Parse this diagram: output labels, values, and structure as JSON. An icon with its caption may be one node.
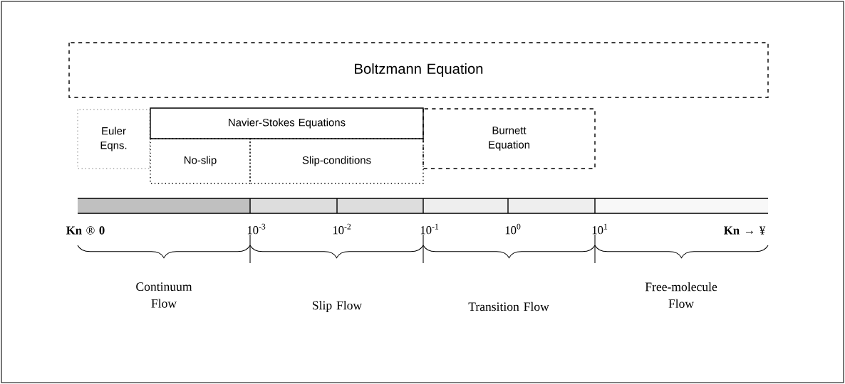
{
  "diagram": {
    "nodes": [
      {
        "text": [
          "Boltzmann Equation"
        ]
      },
      {
        "text": [
          "Euler Eqns."
        ]
      },
      {
        "text": [
          "Navier-Stokes Equations"
        ]
      },
      {
        "text": [
          "No-slip"
        ]
      },
      {
        "text": [
          "Slip-conditions"
        ]
      },
      {
        "text": [
          "Burnett Equation"
        ]
      }
    ],
    "labels": [
      "**Kn** ® **0**",
      "10$^{-3}$",
      "10$^{-2}$",
      "10$^{-1}$",
      "10$^{0}$",
      "10$^{1}$",
      "**Kn** → ¥",
      "Continuum Flow",
      "Slip Flow",
      "Transition Flow",
      "Free-molecule Flow"
    ]
  }
}
